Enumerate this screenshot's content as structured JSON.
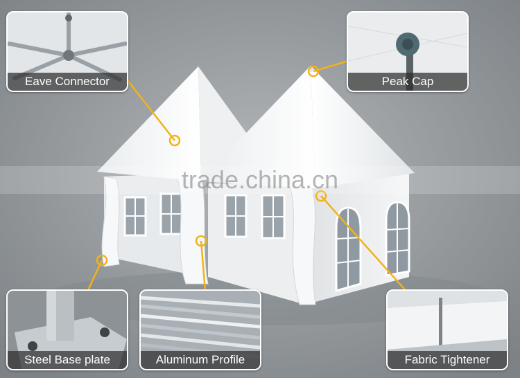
{
  "callouts": {
    "eave": {
      "label": "Eave Connector"
    },
    "peak": {
      "label": "Peak Cap"
    },
    "base": {
      "label": "Steel Base plate"
    },
    "aluminum": {
      "label": "Aluminum Profile"
    },
    "fabric": {
      "label": "Fabric Tightener"
    }
  },
  "watermark": "trade.china.cn",
  "colors": {
    "background": "#8d9296",
    "pointer": "#f2b21a",
    "label_bg": "#2d2d2d",
    "label_text": "#ffffff",
    "tent_fabric": "#f4f5f6"
  }
}
